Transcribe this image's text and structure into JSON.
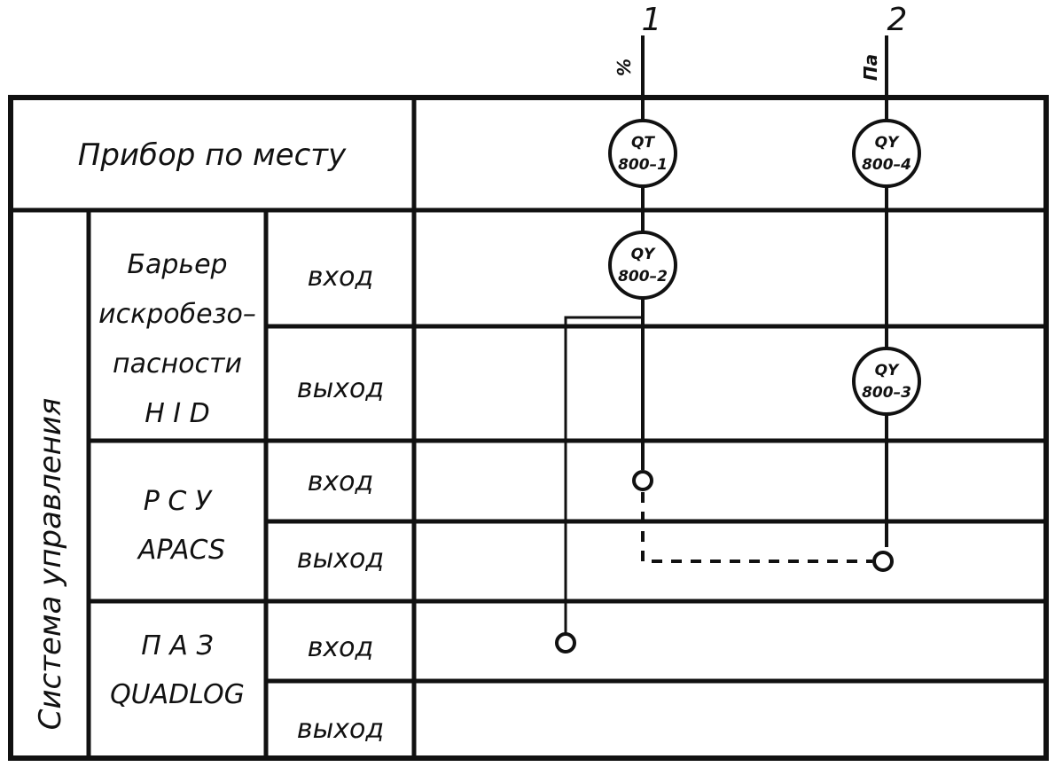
{
  "signals": [
    {
      "number": "1",
      "unit": "%"
    },
    {
      "number": "2",
      "unit": "Па"
    }
  ],
  "rows": {
    "field": "Прибор по месту",
    "control_system": "Система управления",
    "barrier": [
      "Барьер",
      "искробезо–",
      "пасности",
      "H I D"
    ],
    "dcs": [
      "Р С У",
      "APACS"
    ],
    "sis": [
      "П А З",
      "QUADLOG"
    ],
    "input": "вход",
    "output": "выход"
  },
  "instruments": [
    {
      "tag": "QT",
      "number": "800–1"
    },
    {
      "tag": "QY",
      "number": "800–4"
    },
    {
      "tag": "QY",
      "number": "800–2"
    },
    {
      "tag": "QY",
      "number": "800–3"
    }
  ]
}
